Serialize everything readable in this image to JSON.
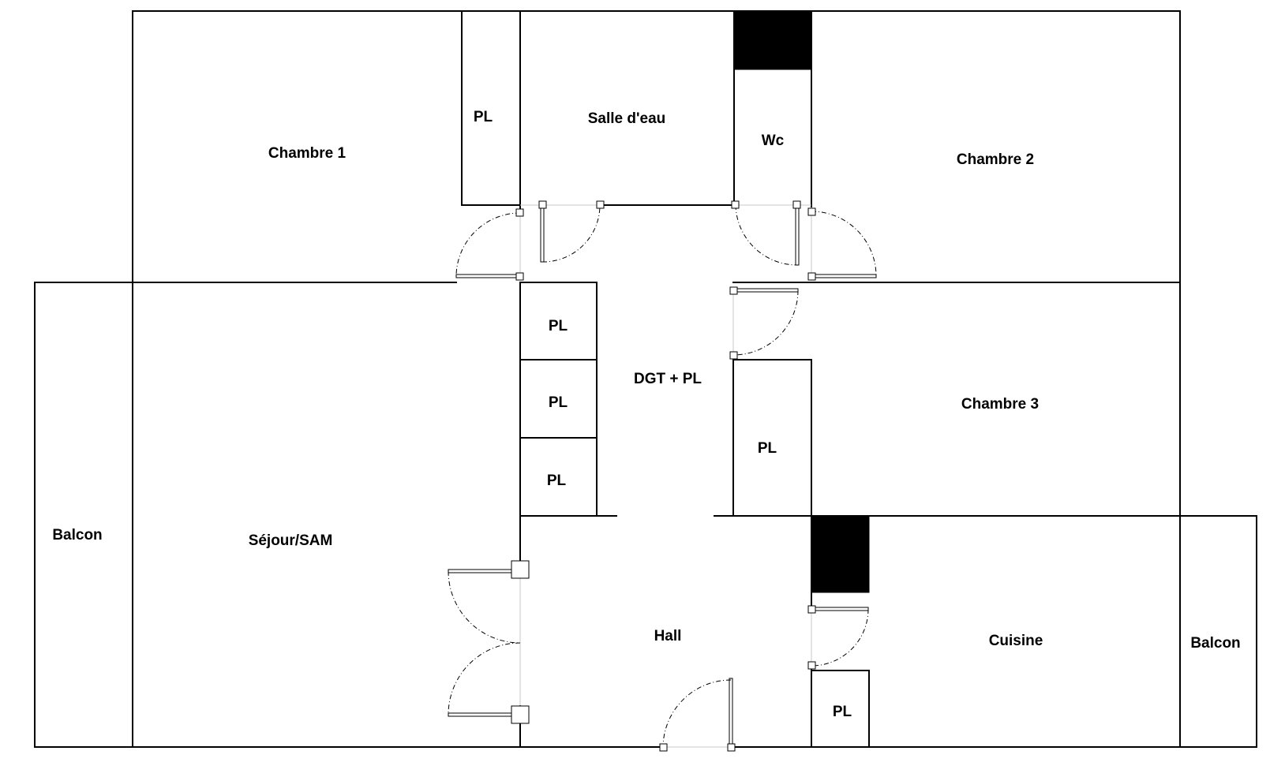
{
  "rooms": {
    "chambre_1": "Chambre 1",
    "pl_1": "PL",
    "salle_d_eau": "Salle d'eau",
    "wc": "Wc",
    "chambre_2": "Chambre 2",
    "pl_2": "PL",
    "pl_3": "PL",
    "pl_4": "PL",
    "dgt_pl": "DGT + PL",
    "chambre_3": "Chambre 3",
    "pl_5": "PL",
    "balcon_left": "Balcon",
    "sejour_sam": "Séjour/SAM",
    "hall": "Hall",
    "cuisine": "Cuisine",
    "balcon_right": "Balcon",
    "pl_6": "PL"
  },
  "colors": {
    "wall": "#000000",
    "background": "#ffffff",
    "opening": "#c8c8c8"
  }
}
